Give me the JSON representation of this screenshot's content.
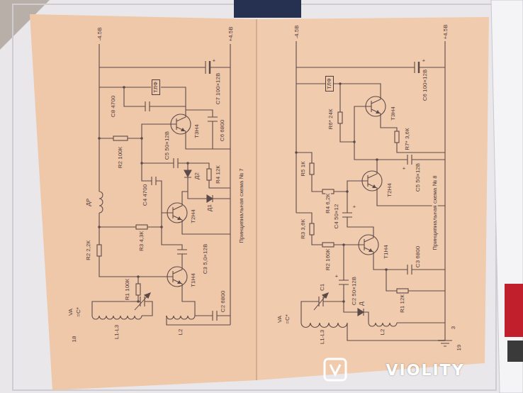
{
  "diagram": {
    "nodes": [
      {
        "text": [
          "ТЛФ"
        ]
      },
      {
        "text": [
          "ТЛФ"
        ]
      }
    ],
    "labels": [
      "-4.5В",
      "+4.5В",
      "+",
      "С7 100×12В",
      "С8 4700",
      "Т3Н4",
      "R2 100К",
      "С6 6800",
      "С5 50×12В",
      "R4 12К",
      "Д2",
      "Д1",
      "С4 4700",
      "Т2Н4",
      "ДР",
      "R3 4,3К",
      "С3 5,0×12В",
      "R2 2,2К",
      "R1 100К",
      "Т1Н4",
      "С2 6800",
      "L1-L3",
      "L2",
      "VA",
      "=С*",
      "Принципиальная схема № 7",
      "18",
      "-4.5В",
      "+4.5В",
      "+",
      "С6 100×12В",
      "Т3Н4",
      "R6* 24К",
      "R7* 3,6К",
      "С5 50×12В",
      "+",
      "R5 1К",
      "R4 6,2К",
      "Т2Н4",
      "С4 50×12",
      "+",
      "R3 3,6К",
      "R2 160К",
      "Т1Н4",
      "С3 6800",
      "R1 12К",
      "С1",
      "С2 50×12В",
      "+",
      "Д",
      "L1-L3",
      "L2",
      "VA",
      "=С*",
      "3",
      "19",
      "Принципиальная схема № 8",
      "VIOLITY"
    ]
  }
}
